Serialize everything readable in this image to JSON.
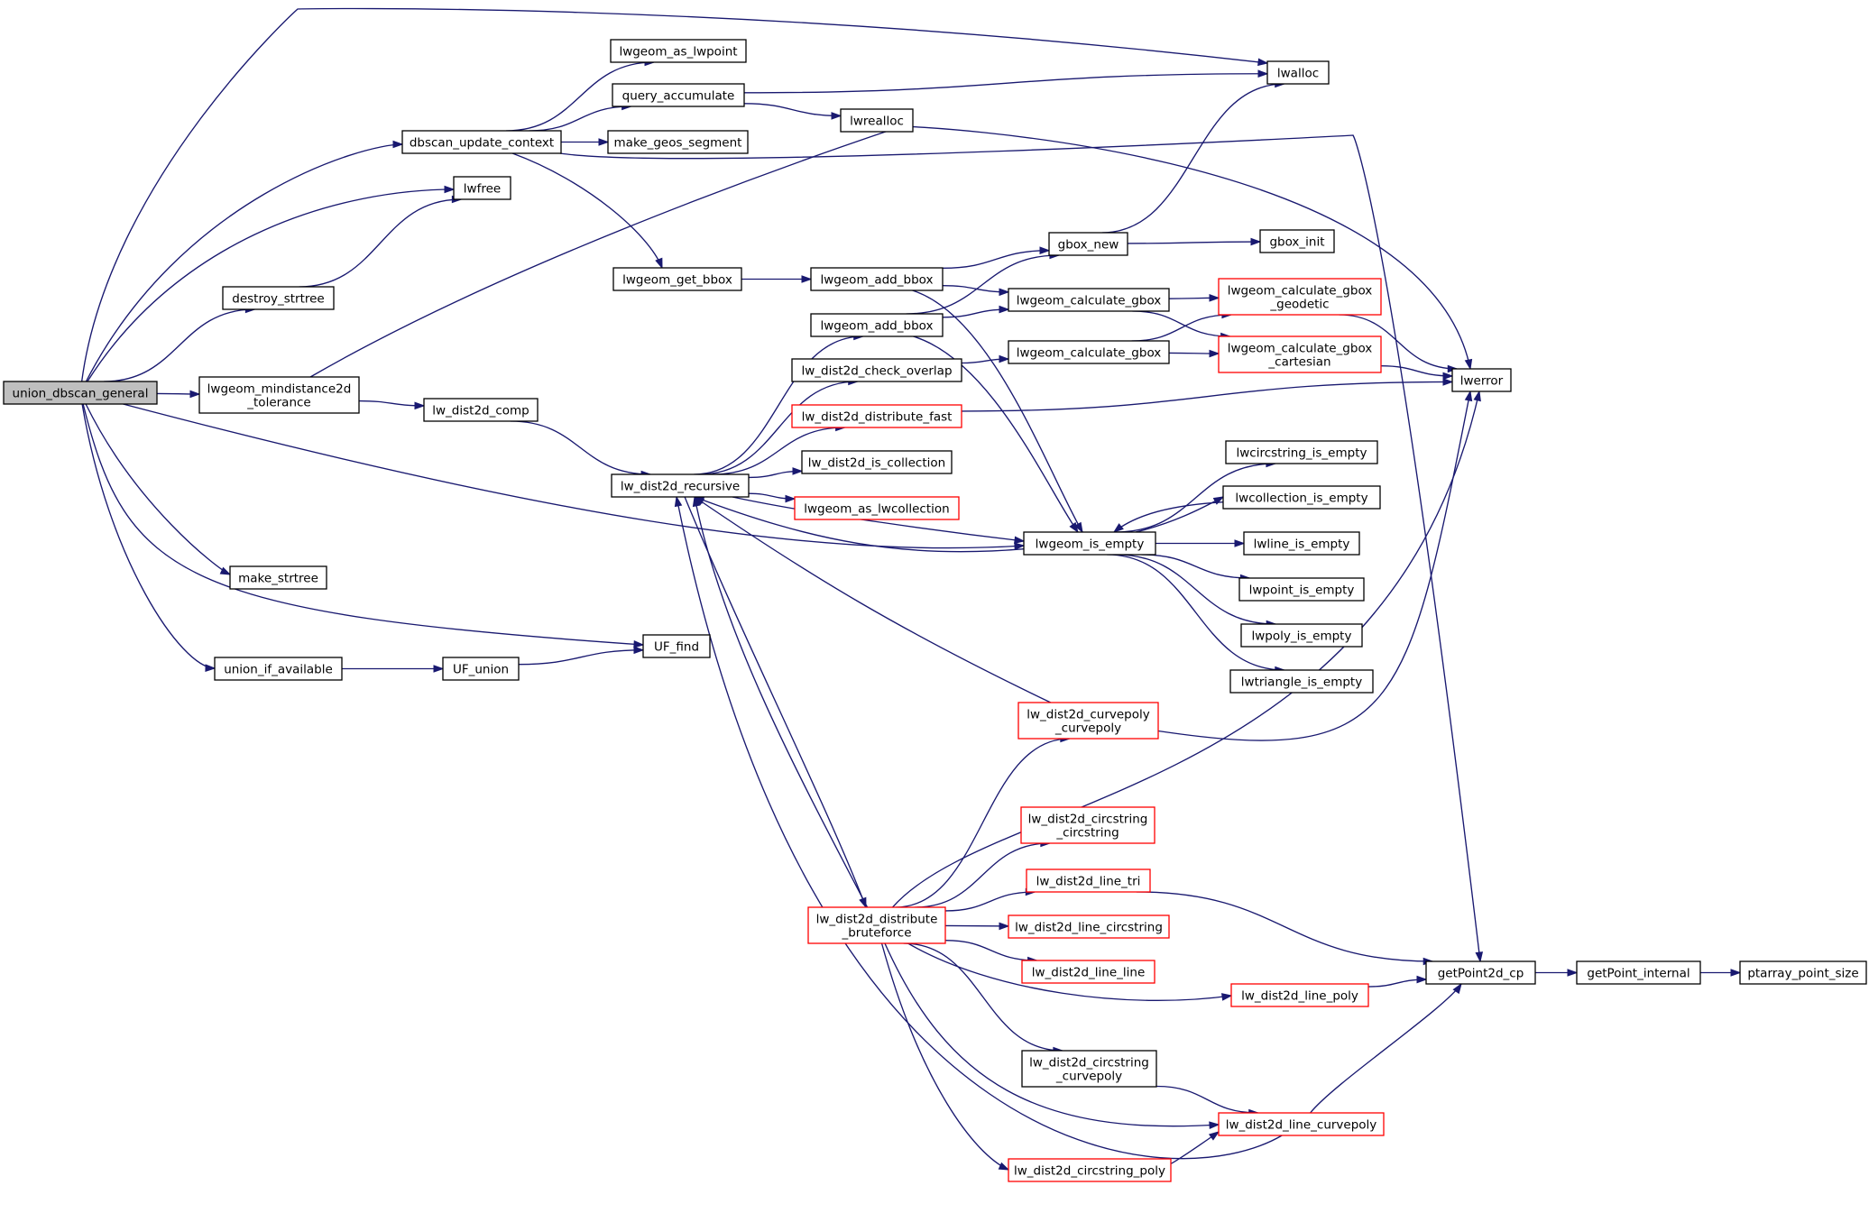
{
  "colors": {
    "edge": "#191970",
    "node_border": "#000000",
    "node_border_incomplete": "#ff0000",
    "node_highlight": "#bfbfbf",
    "background": "#ffffff"
  },
  "nodes": [
    {
      "id": "union_dbscan_general",
      "lines": [
        "union_dbscan_general"
      ],
      "highlight": true
    },
    {
      "id": "dbscan_update_context",
      "lines": [
        "dbscan_update_context"
      ]
    },
    {
      "id": "lwgeom_as_lwpoint",
      "lines": [
        "lwgeom_as_lwpoint"
      ]
    },
    {
      "id": "query_accumulate",
      "lines": [
        "query_accumulate"
      ]
    },
    {
      "id": "lwalloc",
      "lines": [
        "lwalloc"
      ]
    },
    {
      "id": "lwrealloc",
      "lines": [
        "lwrealloc"
      ]
    },
    {
      "id": "make_geos_segment",
      "lines": [
        "make_geos_segment"
      ]
    },
    {
      "id": "lwfree",
      "lines": [
        "lwfree"
      ]
    },
    {
      "id": "destroy_strtree",
      "lines": [
        "destroy_strtree"
      ]
    },
    {
      "id": "lwgeom_get_bbox",
      "lines": [
        "lwgeom_get_bbox"
      ]
    },
    {
      "id": "lwgeom_add_bbox_a",
      "lines": [
        "lwgeom_add_bbox"
      ]
    },
    {
      "id": "lwgeom_add_bbox_b",
      "lines": [
        "lwgeom_add_bbox"
      ]
    },
    {
      "id": "gbox_new",
      "lines": [
        "gbox_new"
      ]
    },
    {
      "id": "gbox_init",
      "lines": [
        "gbox_init"
      ]
    },
    {
      "id": "lwgeom_calculate_gbox_a",
      "lines": [
        "lwgeom_calculate_gbox"
      ]
    },
    {
      "id": "lwgeom_calculate_gbox_b",
      "lines": [
        "lwgeom_calculate_gbox"
      ]
    },
    {
      "id": "lwgeom_calculate_gbox_geodetic",
      "lines": [
        "lwgeom_calculate_gbox",
        "_geodetic"
      ],
      "incomplete": true
    },
    {
      "id": "lwgeom_calculate_gbox_cartesian",
      "lines": [
        "lwgeom_calculate_gbox",
        "_cartesian"
      ],
      "incomplete": true
    },
    {
      "id": "lwerror",
      "lines": [
        "lwerror"
      ]
    },
    {
      "id": "lwgeom_mindistance2d_tolerance",
      "lines": [
        "lwgeom_mindistance2d",
        "_tolerance"
      ]
    },
    {
      "id": "lw_dist2d_comp",
      "lines": [
        "lw_dist2d_comp"
      ]
    },
    {
      "id": "lw_dist2d_recursive",
      "lines": [
        "lw_dist2d_recursive"
      ]
    },
    {
      "id": "lw_dist2d_check_overlap",
      "lines": [
        "lw_dist2d_check_overlap"
      ]
    },
    {
      "id": "lw_dist2d_distribute_fast",
      "lines": [
        "lw_dist2d_distribute_fast"
      ],
      "incomplete": true
    },
    {
      "id": "lw_dist2d_is_collection",
      "lines": [
        "lw_dist2d_is_collection"
      ]
    },
    {
      "id": "lwgeom_as_lwcollection",
      "lines": [
        "lwgeom_as_lwcollection"
      ],
      "incomplete": true
    },
    {
      "id": "lwgeom_is_empty",
      "lines": [
        "lwgeom_is_empty"
      ]
    },
    {
      "id": "lwcircstring_is_empty",
      "lines": [
        "lwcircstring_is_empty"
      ]
    },
    {
      "id": "lwcollection_is_empty",
      "lines": [
        "lwcollection_is_empty"
      ]
    },
    {
      "id": "lwline_is_empty",
      "lines": [
        "lwline_is_empty"
      ]
    },
    {
      "id": "lwpoint_is_empty",
      "lines": [
        "lwpoint_is_empty"
      ]
    },
    {
      "id": "lwpoly_is_empty",
      "lines": [
        "lwpoly_is_empty"
      ]
    },
    {
      "id": "lwtriangle_is_empty",
      "lines": [
        "lwtriangle_is_empty"
      ]
    },
    {
      "id": "make_strtree",
      "lines": [
        "make_strtree"
      ]
    },
    {
      "id": "UF_find",
      "lines": [
        "UF_find"
      ]
    },
    {
      "id": "union_if_available",
      "lines": [
        "union_if_available"
      ]
    },
    {
      "id": "UF_union",
      "lines": [
        "UF_union"
      ]
    },
    {
      "id": "lw_dist2d_curvepoly_curvepoly",
      "lines": [
        "lw_dist2d_curvepoly",
        "_curvepoly"
      ],
      "incomplete": true
    },
    {
      "id": "lw_dist2d_circstring_circstring",
      "lines": [
        "lw_dist2d_circstring",
        "_circstring"
      ],
      "incomplete": true
    },
    {
      "id": "lw_dist2d_line_tri",
      "lines": [
        "lw_dist2d_line_tri"
      ],
      "incomplete": true
    },
    {
      "id": "lw_dist2d_distribute_bruteforce",
      "lines": [
        "lw_dist2d_distribute",
        "_bruteforce"
      ],
      "incomplete": true
    },
    {
      "id": "lw_dist2d_line_circstring",
      "lines": [
        "lw_dist2d_line_circstring"
      ],
      "incomplete": true
    },
    {
      "id": "lw_dist2d_line_line",
      "lines": [
        "lw_dist2d_line_line"
      ],
      "incomplete": true
    },
    {
      "id": "lw_dist2d_line_poly",
      "lines": [
        "lw_dist2d_line_poly"
      ],
      "incomplete": true
    },
    {
      "id": "getPoint2d_cp",
      "lines": [
        "getPoint2d_cp"
      ]
    },
    {
      "id": "getPoint_internal",
      "lines": [
        "getPoint_internal"
      ]
    },
    {
      "id": "ptarray_point_size",
      "lines": [
        "ptarray_point_size"
      ]
    },
    {
      "id": "lw_dist2d_circstring_curvepoly",
      "lines": [
        "lw_dist2d_circstring",
        "_curvepoly"
      ]
    },
    {
      "id": "lw_dist2d_line_curvepoly",
      "lines": [
        "lw_dist2d_line_curvepoly"
      ],
      "incomplete": true
    },
    {
      "id": "lw_dist2d_circstring_poly",
      "lines": [
        "lw_dist2d_circstring_poly"
      ],
      "incomplete": true
    }
  ],
  "edges": [
    {
      "from": "union_dbscan_general",
      "to": "dbscan_update_context"
    },
    {
      "from": "union_dbscan_general",
      "to": "lwalloc"
    },
    {
      "from": "union_dbscan_general",
      "to": "lwfree"
    },
    {
      "from": "union_dbscan_general",
      "to": "destroy_strtree"
    },
    {
      "from": "union_dbscan_general",
      "to": "lwgeom_mindistance2d_tolerance"
    },
    {
      "from": "union_dbscan_general",
      "to": "lwgeom_is_empty"
    },
    {
      "from": "union_dbscan_general",
      "to": "make_strtree"
    },
    {
      "from": "union_dbscan_general",
      "to": "UF_find"
    },
    {
      "from": "union_dbscan_general",
      "to": "union_if_available"
    },
    {
      "from": "dbscan_update_context",
      "to": "lwgeom_as_lwpoint"
    },
    {
      "from": "dbscan_update_context",
      "to": "query_accumulate"
    },
    {
      "from": "dbscan_update_context",
      "to": "make_geos_segment"
    },
    {
      "from": "dbscan_update_context",
      "to": "lwgeom_get_bbox"
    },
    {
      "from": "dbscan_update_context",
      "to": "getPoint2d_cp"
    },
    {
      "from": "query_accumulate",
      "to": "lwalloc"
    },
    {
      "from": "query_accumulate",
      "to": "lwrealloc"
    },
    {
      "from": "destroy_strtree",
      "to": "lwfree"
    },
    {
      "from": "lwgeom_get_bbox",
      "to": "lwgeom_add_bbox_a"
    },
    {
      "from": "lwgeom_add_bbox_a",
      "to": "gbox_new"
    },
    {
      "from": "lwgeom_add_bbox_a",
      "to": "lwgeom_calculate_gbox_a"
    },
    {
      "from": "lwgeom_add_bbox_a",
      "to": "lwgeom_is_empty"
    },
    {
      "from": "lwgeom_add_bbox_b",
      "to": "gbox_new"
    },
    {
      "from": "lwgeom_add_bbox_b",
      "to": "lwgeom_calculate_gbox_a"
    },
    {
      "from": "lwgeom_add_bbox_b",
      "to": "lwgeom_is_empty"
    },
    {
      "from": "gbox_new",
      "to": "lwalloc"
    },
    {
      "from": "gbox_new",
      "to": "gbox_init"
    },
    {
      "from": "lwgeom_calculate_gbox_a",
      "to": "lwgeom_calculate_gbox_geodetic"
    },
    {
      "from": "lwgeom_calculate_gbox_a",
      "to": "lwgeom_calculate_gbox_cartesian"
    },
    {
      "from": "lwgeom_calculate_gbox_b",
      "to": "lwgeom_calculate_gbox_geodetic"
    },
    {
      "from": "lwgeom_calculate_gbox_b",
      "to": "lwgeom_calculate_gbox_cartesian"
    },
    {
      "from": "lwgeom_calculate_gbox_geodetic",
      "to": "lwerror"
    },
    {
      "from": "lwgeom_calculate_gbox_cartesian",
      "to": "lwerror"
    },
    {
      "from": "lwgeom_mindistance2d_tolerance",
      "to": "lw_dist2d_comp"
    },
    {
      "from": "lwgeom_mindistance2d_tolerance",
      "to": "lwerror"
    },
    {
      "from": "lw_dist2d_comp",
      "to": "lw_dist2d_recursive"
    },
    {
      "from": "lw_dist2d_recursive",
      "to": "lwgeom_add_bbox_b"
    },
    {
      "from": "lw_dist2d_recursive",
      "to": "lw_dist2d_check_overlap"
    },
    {
      "from": "lw_dist2d_recursive",
      "to": "lw_dist2d_distribute_fast"
    },
    {
      "from": "lw_dist2d_recursive",
      "to": "lw_dist2d_is_collection"
    },
    {
      "from": "lw_dist2d_recursive",
      "to": "lwgeom_as_lwcollection"
    },
    {
      "from": "lw_dist2d_recursive",
      "to": "lwgeom_is_empty"
    },
    {
      "from": "lw_dist2d_recursive",
      "to": "lw_dist2d_distribute_bruteforce"
    },
    {
      "from": "lw_dist2d_check_overlap",
      "to": "lwgeom_calculate_gbox_b"
    },
    {
      "from": "lw_dist2d_distribute_fast",
      "to": "lwerror"
    },
    {
      "from": "lwgeom_is_empty",
      "to": "lwcircstring_is_empty"
    },
    {
      "from": "lwgeom_is_empty",
      "to": "lwcollection_is_empty"
    },
    {
      "from": "lwgeom_is_empty",
      "to": "lwline_is_empty"
    },
    {
      "from": "lwgeom_is_empty",
      "to": "lwpoint_is_empty"
    },
    {
      "from": "lwgeom_is_empty",
      "to": "lwpoly_is_empty"
    },
    {
      "from": "lwgeom_is_empty",
      "to": "lwtriangle_is_empty"
    },
    {
      "from": "lwgeom_is_empty",
      "to": "lw_dist2d_recursive"
    },
    {
      "from": "lwcollection_is_empty",
      "to": "lwgeom_is_empty"
    },
    {
      "from": "union_if_available",
      "to": "UF_union"
    },
    {
      "from": "UF_union",
      "to": "UF_find"
    },
    {
      "from": "lw_dist2d_curvepoly_curvepoly",
      "to": "lw_dist2d_recursive"
    },
    {
      "from": "lw_dist2d_curvepoly_curvepoly",
      "to": "lwerror"
    },
    {
      "from": "lw_dist2d_distribute_bruteforce",
      "to": "lw_dist2d_recursive"
    },
    {
      "from": "lw_dist2d_distribute_bruteforce",
      "to": "lw_dist2d_curvepoly_curvepoly"
    },
    {
      "from": "lw_dist2d_distribute_bruteforce",
      "to": "lwerror"
    },
    {
      "from": "lw_dist2d_distribute_bruteforce",
      "to": "lw_dist2d_circstring_circstring"
    },
    {
      "from": "lw_dist2d_distribute_bruteforce",
      "to": "lw_dist2d_line_tri"
    },
    {
      "from": "lw_dist2d_distribute_bruteforce",
      "to": "lw_dist2d_line_circstring"
    },
    {
      "from": "lw_dist2d_distribute_bruteforce",
      "to": "lw_dist2d_line_line"
    },
    {
      "from": "lw_dist2d_distribute_bruteforce",
      "to": "lw_dist2d_line_poly"
    },
    {
      "from": "lw_dist2d_distribute_bruteforce",
      "to": "lw_dist2d_circstring_curvepoly"
    },
    {
      "from": "lw_dist2d_distribute_bruteforce",
      "to": "lw_dist2d_line_curvepoly"
    },
    {
      "from": "lw_dist2d_distribute_bruteforce",
      "to": "lw_dist2d_circstring_poly"
    },
    {
      "from": "lw_dist2d_line_tri",
      "to": "getPoint2d_cp"
    },
    {
      "from": "lw_dist2d_line_poly",
      "to": "getPoint2d_cp"
    },
    {
      "from": "lw_dist2d_circstring_curvepoly",
      "to": "lw_dist2d_line_curvepoly"
    },
    {
      "from": "lw_dist2d_line_curvepoly",
      "to": "lw_dist2d_recursive"
    },
    {
      "from": "lw_dist2d_line_curvepoly",
      "to": "getPoint2d_cp"
    },
    {
      "from": "lw_dist2d_circstring_poly",
      "to": "lw_dist2d_line_curvepoly"
    },
    {
      "from": "getPoint2d_cp",
      "to": "getPoint_internal"
    },
    {
      "from": "getPoint_internal",
      "to": "ptarray_point_size"
    }
  ]
}
